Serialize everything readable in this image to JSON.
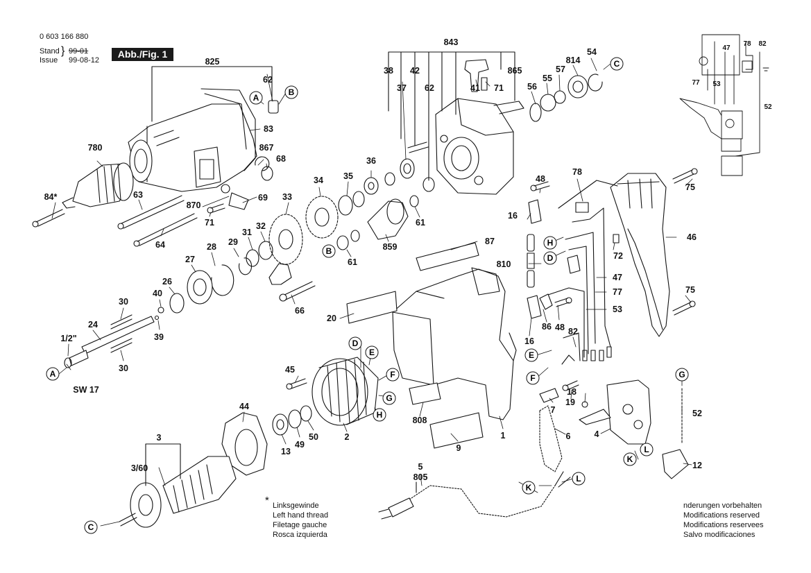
{
  "header": {
    "part_number": "0 603 166 880",
    "stand_label": "Stand",
    "stand_value": "99-01",
    "issue_label": "Issue",
    "issue_value": "99-08-12",
    "figure_badge": "Abb./Fig. 1"
  },
  "callouts": {
    "c825": "825",
    "c62a": "62",
    "c83": "83",
    "c867": "867",
    "c68": "68",
    "c780": "780",
    "c84": "84*",
    "c63": "63",
    "c64": "64",
    "c870": "870",
    "c71a": "71",
    "c69": "69",
    "c843": "843",
    "c38": "38",
    "c42": "42",
    "c37": "37",
    "c62b": "62",
    "c41": "41",
    "c71b": "71",
    "c865": "865",
    "c56": "56",
    "c55": "55",
    "c57": "57",
    "c814": "814",
    "c54": "54",
    "c36": "36",
    "c35": "35",
    "c34": "34",
    "c33": "33",
    "c61a": "61",
    "c61b": "61",
    "c859": "859",
    "c32": "32",
    "c31": "31",
    "c29": "29",
    "c28": "28",
    "c27": "27",
    "c26": "26",
    "c40": "40",
    "c39": "39",
    "c66": "66",
    "c30a": "30",
    "c30b": "30",
    "c24": "24",
    "c12in": "1/2\"",
    "csw17": "SW 17",
    "c87": "87",
    "c810": "810",
    "c20": "20",
    "c48a": "48",
    "c48b": "48",
    "c16a": "16",
    "c16b": "16",
    "c78a": "78",
    "c72": "72",
    "c47": "47",
    "c77": "77",
    "c53": "53",
    "c86": "86",
    "c82": "82",
    "c75a": "75",
    "c75b": "75",
    "c46": "46",
    "c45": "45",
    "c2": "2",
    "c44": "44",
    "c13": "13",
    "c49": "49",
    "c50": "50",
    "c808": "808",
    "c9": "9",
    "c1": "1",
    "c7": "7",
    "c18": "18",
    "c19": "19",
    "c6": "6",
    "c4": "4",
    "c52a": "52",
    "c12": "12",
    "c3": "3",
    "c360": "3/60",
    "c5": "5",
    "c805": "805"
  },
  "letters": {
    "A": "A",
    "B": "B",
    "C": "C",
    "D": "D",
    "E": "E",
    "F": "F",
    "G": "G",
    "H": "H",
    "K": "K",
    "L": "L"
  },
  "inset": {
    "n47": "47",
    "n78": "78",
    "n82": "82",
    "n77": "77",
    "n53": "53",
    "n52": "52"
  },
  "footnote": {
    "marker": "*",
    "lines": [
      "Linksgewinde",
      "Left hand thread",
      "Filetage gauche",
      "Rosca izquierda"
    ]
  },
  "modifications": {
    "lines": [
      "nderungen vorbehalten",
      "Modifications reserved",
      "Modifications reservees",
      "Salvo modificaciones"
    ]
  },
  "colors": {
    "ink": "#111111",
    "badge_bg": "#1a1a1a",
    "badge_fg": "#ffffff"
  }
}
